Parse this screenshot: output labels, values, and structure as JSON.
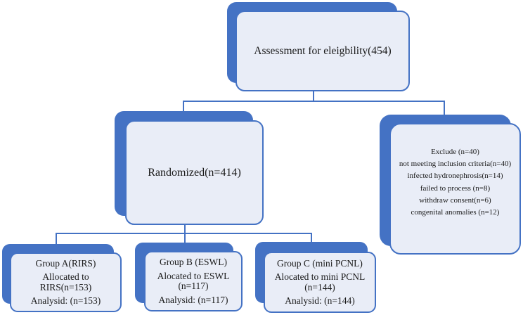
{
  "colors": {
    "accent_blue": "#4472C4",
    "box_fill": "#E9EDF7",
    "box_border": "#4472C4",
    "text": "#1a1a1a"
  },
  "nodes": {
    "assessment": {
      "label": "Assessment for eleigbility(454)"
    },
    "randomized": {
      "label": "Randomized(n=414)"
    },
    "excluded": {
      "lines": [
        "Exclude (n=40)",
        "not meeting inclusion criteria(n=40)",
        "infected hydronephrosis(n=14)",
        "failed to process (n=8)",
        "withdraw consent(n=6)",
        "congenital anomalies (n=12)"
      ]
    },
    "group_a": {
      "title": "Group A(RIRS)",
      "allocated_lines": [
        "Allocated to",
        "RIRS(n=153)"
      ],
      "analysis": "Analysid: (n=153)"
    },
    "group_b": {
      "title": "Group B (ESWL)",
      "allocated_lines": [
        "Alocated to ESWL",
        "(n=117)"
      ],
      "analysis": "Analysid: (n=117)"
    },
    "group_c": {
      "title": "Group C (mini PCNL)",
      "allocated_lines": [
        "Alocated to mini PCNL",
        "(n=144)"
      ],
      "analysis": "Analysid: (n=144)"
    }
  }
}
